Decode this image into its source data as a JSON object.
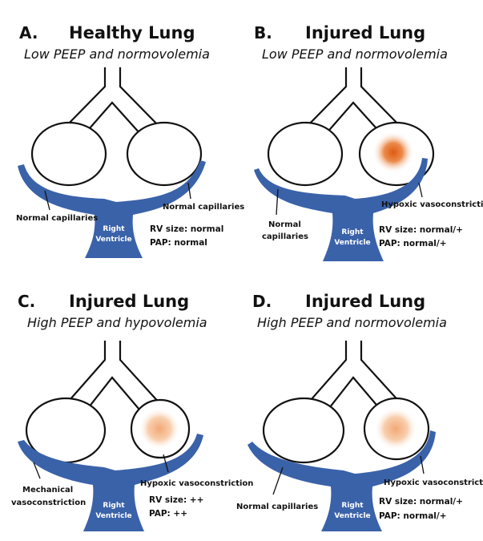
{
  "colors": {
    "vessel": "#3a62a9",
    "hypoxia_core": "#e0651d",
    "hypoxia_edge": "#fde7d6",
    "ink": "#111111"
  },
  "panels": [
    {
      "letter": "A.",
      "title": "Healthy Lung",
      "subtitle": "Low PEEP and normovolemia",
      "rv_label_line1": "Right",
      "rv_label_line2": "Ventricle",
      "left_label_line1": "Normal capillaries",
      "left_label_line2": "",
      "right_label": "Normal capillaries",
      "rv_size": "RV size: normal",
      "pap": "PAP: normal",
      "hypoxic_spot": "none"
    },
    {
      "letter": "B.",
      "title": "Injured Lung",
      "subtitle": "Low PEEP and normovolemia",
      "rv_label_line1": "Right",
      "rv_label_line2": "Ventricle",
      "left_label_line1": "Normal",
      "left_label_line2": "capillaries",
      "right_label": "Hypoxic vasoconstriction",
      "rv_size": "RV size: normal/+",
      "pap": "PAP: normal/+",
      "hypoxic_spot": "intense"
    },
    {
      "letter": "C.",
      "title": "Injured Lung",
      "subtitle": "High PEEP and hypovolemia",
      "rv_label_line1": "Right",
      "rv_label_line2": "Ventricle",
      "left_label_line1": "Mechanical",
      "left_label_line2": "vasoconstriction",
      "right_label": "Hypoxic vasoconstriction",
      "rv_size": "RV size: ++",
      "pap": "PAP: ++",
      "hypoxic_spot": "mild"
    },
    {
      "letter": "D.",
      "title": "Injured Lung",
      "subtitle": "High PEEP and normovolemia",
      "rv_label_line1": "Right",
      "rv_label_line2": "Ventricle",
      "left_label_line1": "Normal capillaries",
      "left_label_line2": "",
      "right_label": "Hypoxic vasoconstriction",
      "rv_size": "RV size: normal/+",
      "pap": "PAP: normal/+",
      "hypoxic_spot": "mild"
    }
  ]
}
